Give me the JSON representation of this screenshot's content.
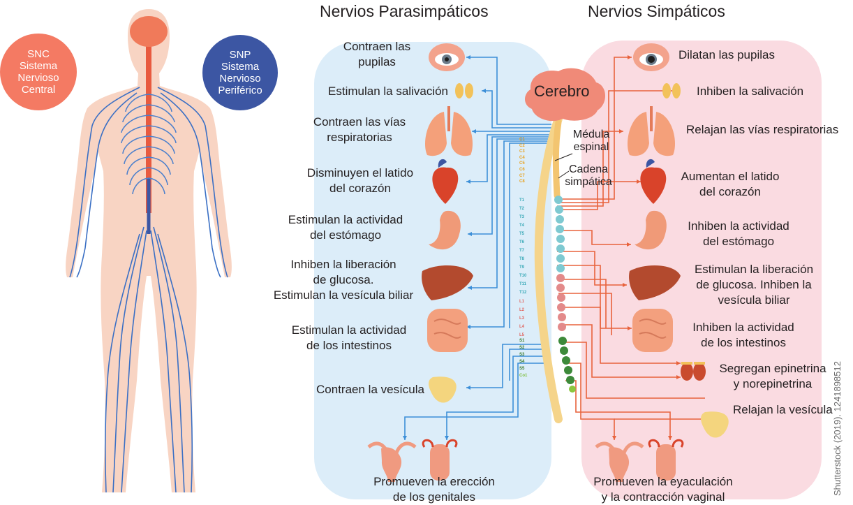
{
  "headers": {
    "parasympathetic": "Nervios Parasimpáticos",
    "sympathetic": "Nervios Simpáticos"
  },
  "snc": [
    "SNC",
    "Sistema",
    "Nervioso",
    "Central"
  ],
  "snp": [
    "SNP",
    "Sistema",
    "Nervioso",
    "Periférico"
  ],
  "center": {
    "brain": "Cerebro",
    "spinal_cord": [
      "Médula",
      "espinal"
    ],
    "chain": [
      "Cadena",
      "simpática"
    ]
  },
  "parasympathetic_labels": [
    [
      "Contraen las",
      "pupilas"
    ],
    [
      "Estimulan la salivación"
    ],
    [
      "Contraen las vías",
      "respiratorias"
    ],
    [
      "Disminuyen el latido",
      "del corazón"
    ],
    [
      "Estimulan la actividad",
      "del estómago"
    ],
    [
      "Inhiben la liberación",
      "de glucosa.",
      "Estimulan la vesícula biliar"
    ],
    [
      "Estimulan la actividad",
      "de los intestinos"
    ],
    [
      "Contraen la vesícula"
    ],
    [
      "Promueven la erección",
      "de los genitales"
    ]
  ],
  "sympathetic_labels": [
    [
      "Dilatan las pupilas"
    ],
    [
      "Inhiben la salivación"
    ],
    [
      "Relajan las vías respiratorias"
    ],
    [
      "Aumentan el latido",
      "del corazón"
    ],
    [
      "Inhiben la actividad",
      "del estómago"
    ],
    [
      "Estimulan la liberación",
      "de glucosa. Inhiben la",
      "vesícula biliar"
    ],
    [
      "Inhiben la actividad",
      "de los intestinos"
    ],
    [
      "Segregan epinetrina",
      "y norepinetrina"
    ],
    [
      "Relajan la vesícula"
    ],
    [
      "Promueven la eyaculación",
      "y la contracción vaginal"
    ]
  ],
  "vertebrae": [
    {
      "label": "C1",
      "color": "#e8a21f"
    },
    {
      "label": "C2",
      "color": "#e8a21f"
    },
    {
      "label": "C3",
      "color": "#e8a21f"
    },
    {
      "label": "C4",
      "color": "#e8a21f"
    },
    {
      "label": "C5",
      "color": "#e8a21f"
    },
    {
      "label": "C6",
      "color": "#e8a21f"
    },
    {
      "label": "C7",
      "color": "#e8a21f"
    },
    {
      "label": "C8",
      "color": "#e8a21f"
    },
    {
      "label": "T1",
      "color": "#39a9b8"
    },
    {
      "label": "T2",
      "color": "#39a9b8"
    },
    {
      "label": "T3",
      "color": "#39a9b8"
    },
    {
      "label": "T4",
      "color": "#39a9b8"
    },
    {
      "label": "T5",
      "color": "#39a9b8"
    },
    {
      "label": "T6",
      "color": "#39a9b8"
    },
    {
      "label": "T7",
      "color": "#39a9b8"
    },
    {
      "label": "T8",
      "color": "#39a9b8"
    },
    {
      "label": "T9",
      "color": "#39a9b8"
    },
    {
      "label": "T10",
      "color": "#39a9b8"
    },
    {
      "label": "T11",
      "color": "#39a9b8"
    },
    {
      "label": "T12",
      "color": "#39a9b8"
    },
    {
      "label": "L1",
      "color": "#e0655f"
    },
    {
      "label": "L2",
      "color": "#e0655f"
    },
    {
      "label": "L3",
      "color": "#e0655f"
    },
    {
      "label": "L4",
      "color": "#e0655f"
    },
    {
      "label": "L5",
      "color": "#e0655f"
    },
    {
      "label": "S1",
      "color": "#3b7a2a"
    },
    {
      "label": "S2",
      "color": "#3b7a2a"
    },
    {
      "label": "S3",
      "color": "#3b7a2a"
    },
    {
      "label": "S4",
      "color": "#3b7a2a"
    },
    {
      "label": "S5",
      "color": "#3b7a2a"
    },
    {
      "label": "Co1",
      "color": "#7fbf3f"
    }
  ],
  "credit": "Shutterstock (2019). 1241898512",
  "colors": {
    "snc": "#f47a63",
    "snp": "#3c56a3",
    "para_bg": "#dcedf9",
    "symp_bg": "#fadbe1",
    "para_line": "#3c8fd8",
    "symp_line": "#e8623c"
  }
}
